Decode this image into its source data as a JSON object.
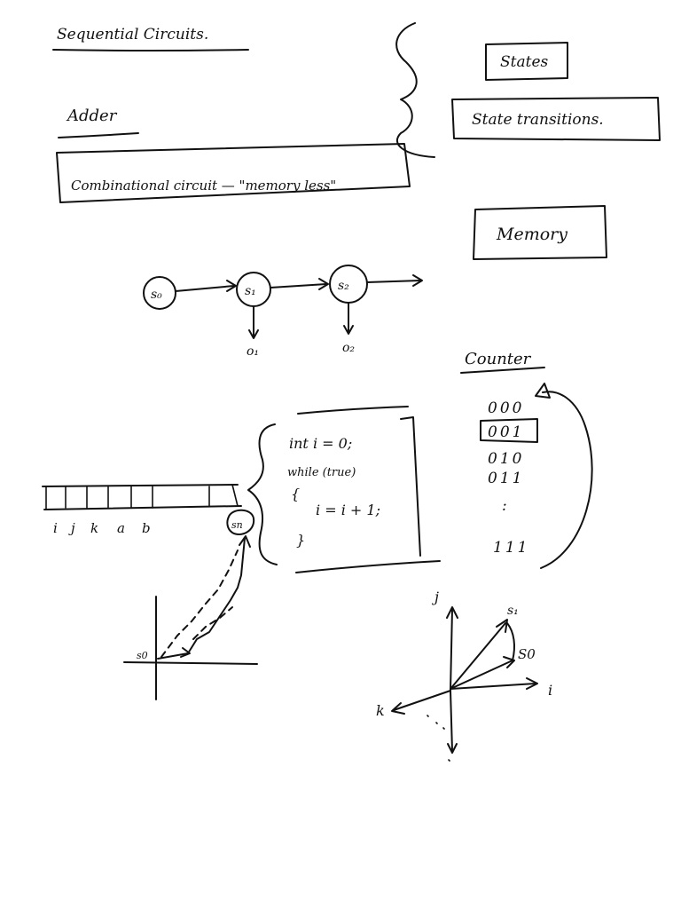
{
  "title": "Sequential Circuits.",
  "right_boxes": {
    "states": "States",
    "state_transitions": "State transitions.",
    "memory": "Memory"
  },
  "adder": {
    "heading": "Adder",
    "combinational": "Combinational circuit — \"memory less\""
  },
  "state_chain": {
    "s0": "s₀",
    "s1": "s₁",
    "s2": "s₂",
    "o1": "o₁",
    "o2": "o₂"
  },
  "code": {
    "line1": "int i = 0;",
    "line2": "while (true)",
    "line3": "{",
    "line4": "i = i + 1;",
    "line5": "}"
  },
  "counter": {
    "heading": "Counter",
    "values": [
      "000",
      "001",
      "010",
      "011",
      ":",
      "111"
    ]
  },
  "tape": {
    "labels": [
      "i",
      "j",
      "k",
      "a",
      "b"
    ],
    "s_label": "sn"
  },
  "plot_left": {
    "origin_label": "s0"
  },
  "plot_right": {
    "j": "j",
    "s1": "s₁",
    "s0": "S0",
    "i": "i",
    "k": "k"
  }
}
